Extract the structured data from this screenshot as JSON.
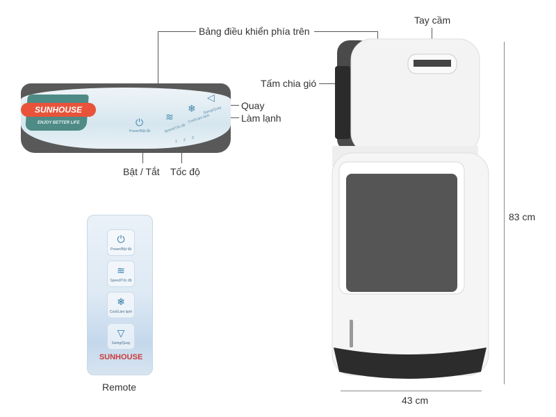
{
  "labels": {
    "top_panel": "Bảng điều khiển phía trên",
    "handle": "Tay cầm",
    "louver": "Tấm chia gió",
    "swing": "Quay",
    "cooling": "Làm lạnh",
    "power": "Bật / Tắt",
    "speed": "Tốc độ",
    "remote": "Remote",
    "height": "83 cm",
    "width": "43 cm"
  },
  "panel": {
    "brand": "SUNHOUSE",
    "slogan": "ENJOY BETTER LIFE",
    "buttons": [
      {
        "icon": "power-icon",
        "label": "Power/Bật tắt"
      },
      {
        "icon": "wind-icon",
        "label": "Speed/Tốc độ"
      },
      {
        "icon": "snowflake-icon",
        "label": "Cool/Làm lạnh"
      },
      {
        "icon": "swing-icon",
        "label": "Swing/Quay"
      }
    ],
    "speed_levels": [
      "1",
      "2",
      "3"
    ]
  },
  "remote": {
    "brand": "SUNHOUSE",
    "buttons": [
      {
        "icon": "power-icon",
        "label": "Power/Bật tắt"
      },
      {
        "icon": "wind-icon",
        "label": "Speed/Tốc độ"
      },
      {
        "icon": "snowflake-icon",
        "label": "Cool/Làm lạnh"
      },
      {
        "icon": "swing-icon",
        "label": "Swing/Quay"
      }
    ]
  }
}
